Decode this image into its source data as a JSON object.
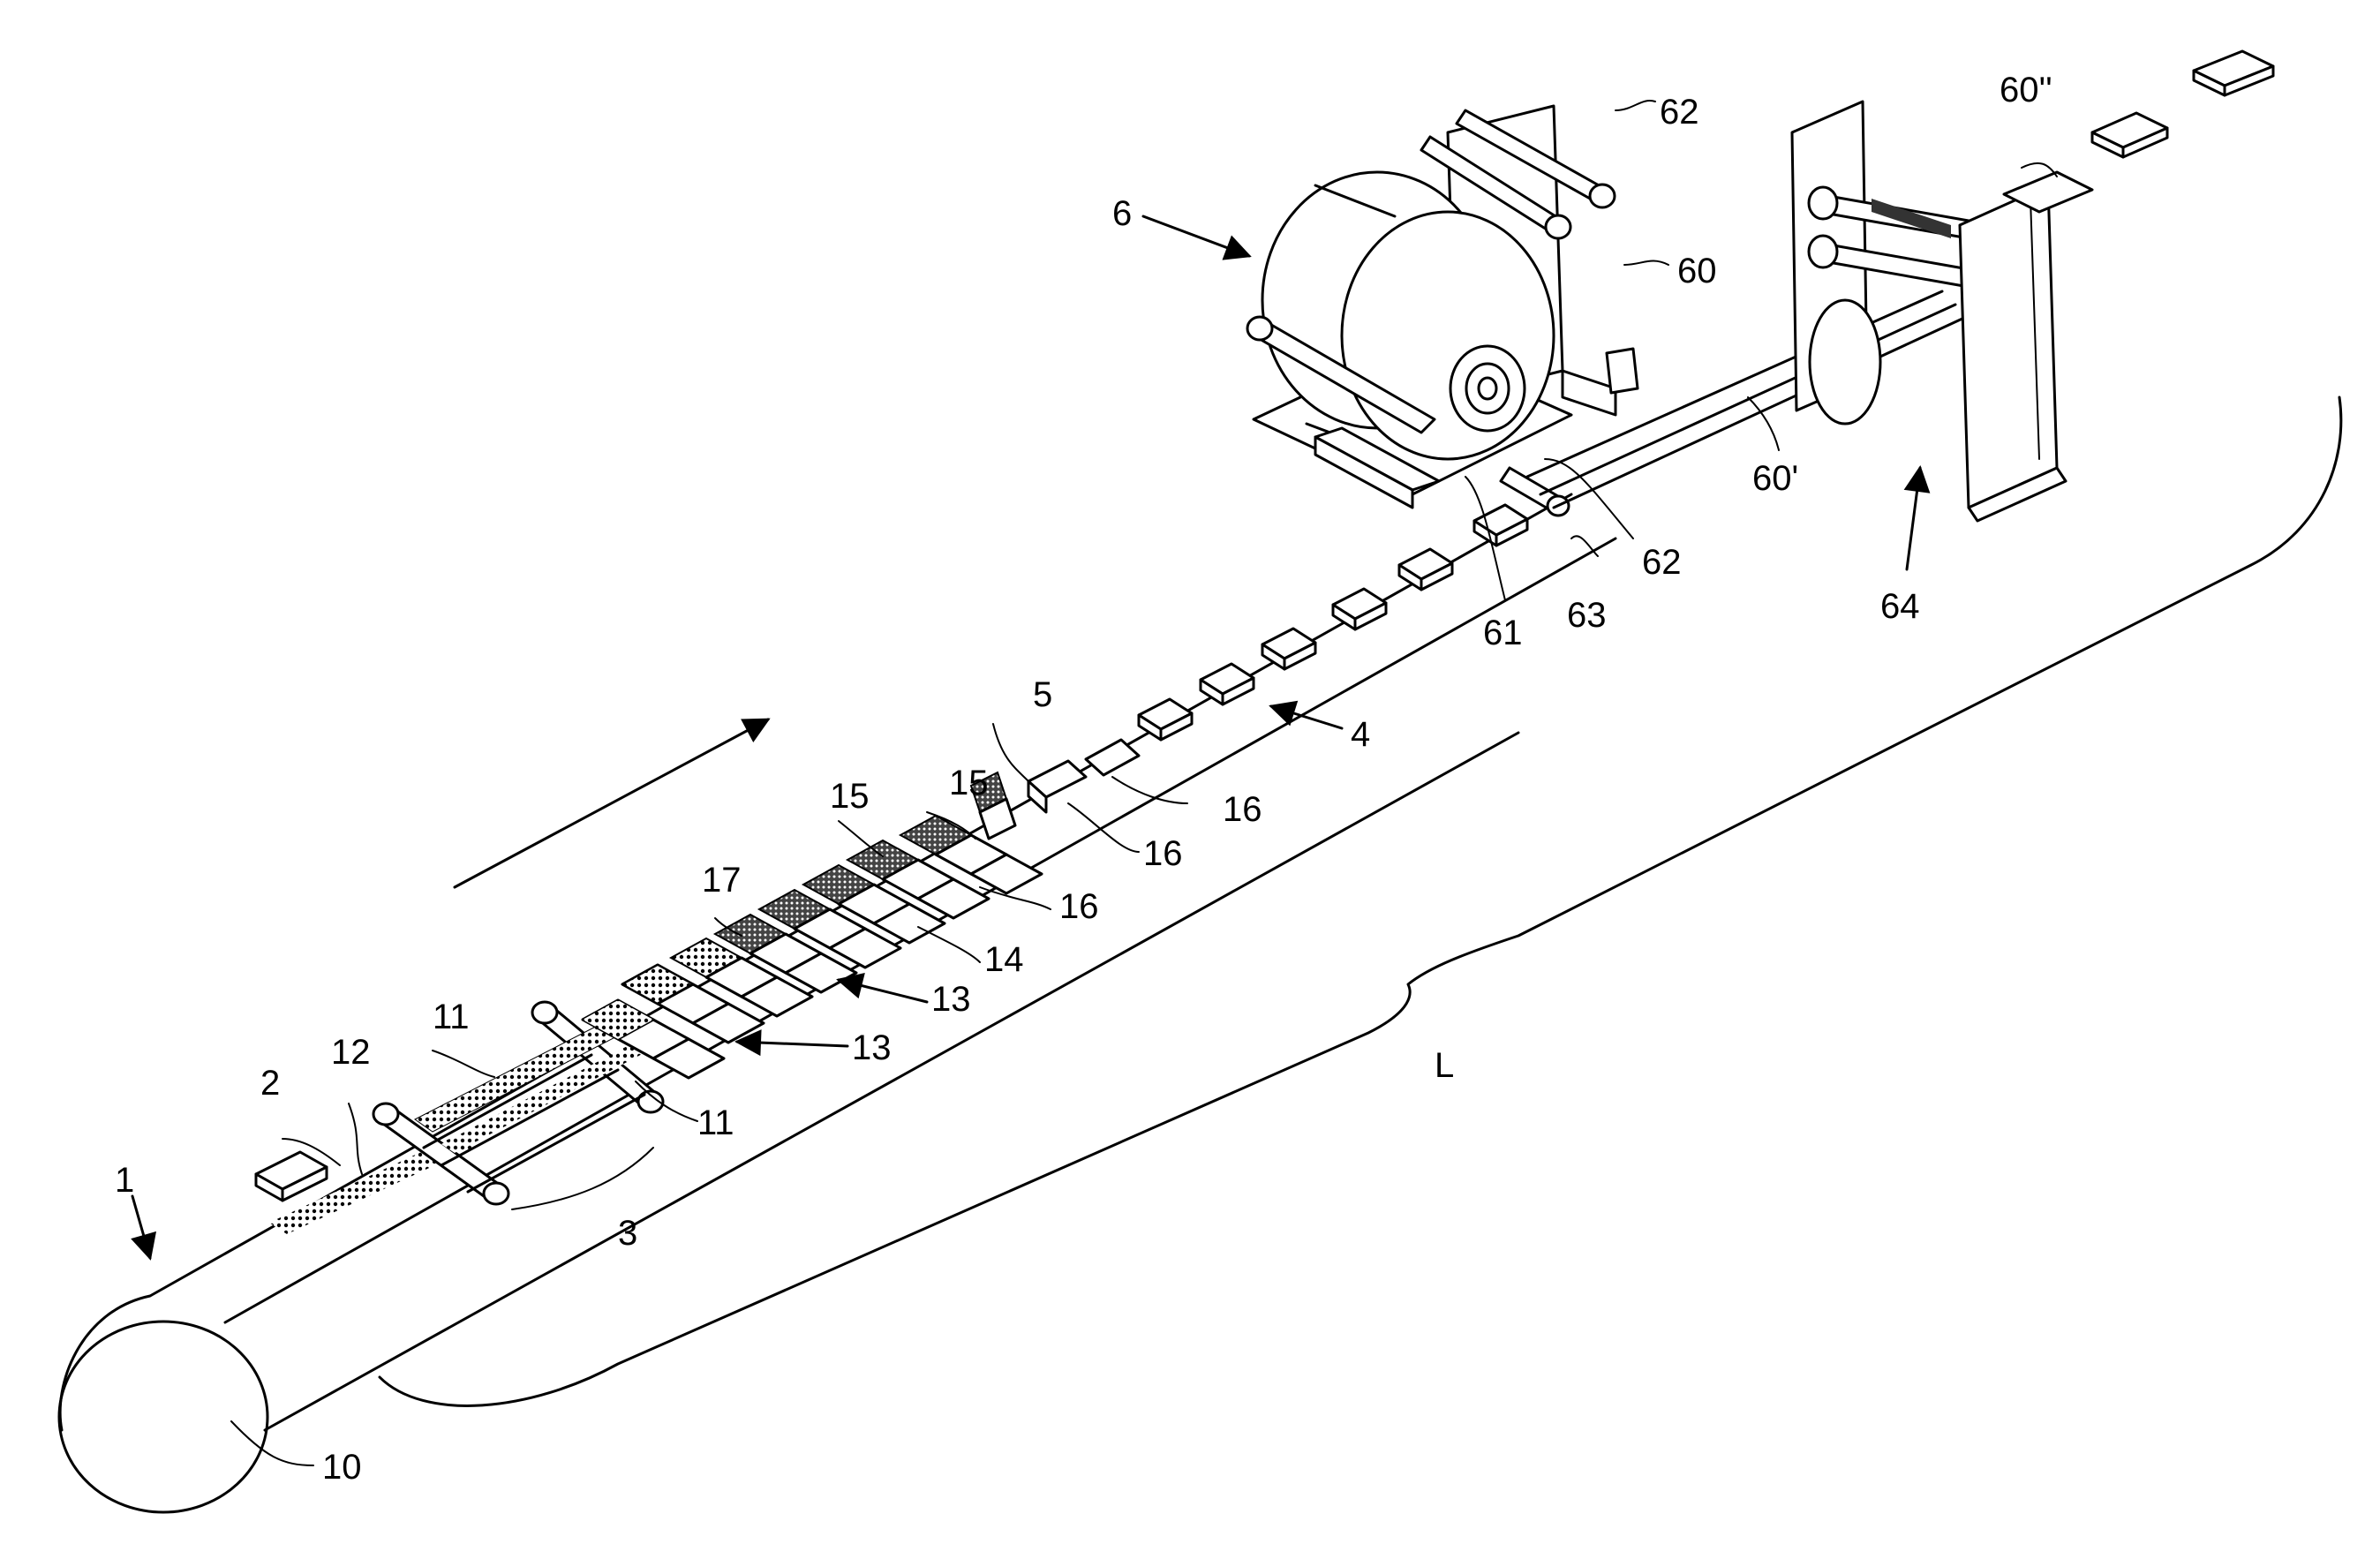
{
  "figure": {
    "labels": {
      "ref_1": "1",
      "ref_2": "2",
      "ref_3": "3",
      "ref_4": "4",
      "ref_5": "5",
      "ref_6": "6",
      "ref_10": "10",
      "ref_11a": "11",
      "ref_11b": "11",
      "ref_12": "12",
      "ref_13a": "13",
      "ref_13b": "13",
      "ref_14": "14",
      "ref_15a": "15",
      "ref_15b": "15",
      "ref_16a": "16",
      "ref_16b": "16",
      "ref_16c": "16",
      "ref_17": "17",
      "ref_60": "60",
      "ref_60p": "60'",
      "ref_60pp": "60''",
      "ref_61": "61",
      "ref_62a": "62",
      "ref_62b": "62",
      "ref_63": "63",
      "ref_64": "64",
      "ref_L": "L"
    }
  }
}
